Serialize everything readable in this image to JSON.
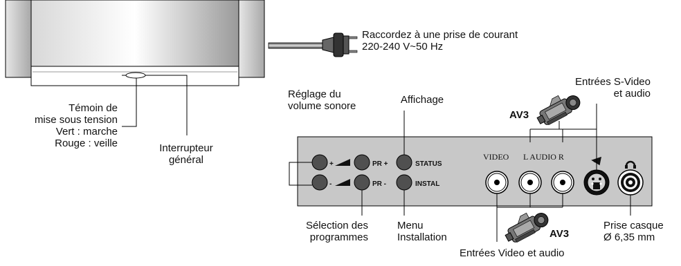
{
  "power": {
    "line1": "Raccordez à une prise de courant",
    "line2": "220-240 V~50 Hz"
  },
  "indicator": {
    "line1": "Témoin de",
    "line2": "mise sous tension",
    "line3": "Vert : marche",
    "line4": "Rouge : veille"
  },
  "main_switch": {
    "line1": "Interrupteur",
    "line2": "général"
  },
  "volume": {
    "line1": "Réglage du",
    "line2": "volume sonore"
  },
  "display": {
    "label": "Affichage"
  },
  "program_select": {
    "line1": "Sélection des",
    "line2": "programmes"
  },
  "menu": {
    "line1": "Menu",
    "line2": "Installation"
  },
  "svideo_inputs": {
    "line1": "Entrées S-Video",
    "line2": "et audio"
  },
  "video_inputs": {
    "label": "Entrées Video et audio"
  },
  "headphone": {
    "line1": "Prise casque",
    "line2": "Ø 6,35 mm"
  },
  "av_top": "AV3",
  "av_bottom": "AV3",
  "panel": {
    "vol_plus": "+",
    "vol_minus": "-",
    "pr_plus": "PR +",
    "pr_minus": "PR -",
    "status": "STATUS",
    "instal": "INSTAL",
    "video": "VIDEO",
    "l_audio_r": "L AUDIO R"
  },
  "colors": {
    "tv_frame": "#b0b0b0",
    "panel_bg": "#c8c8c8",
    "button": "#505050",
    "line": "#000000"
  }
}
